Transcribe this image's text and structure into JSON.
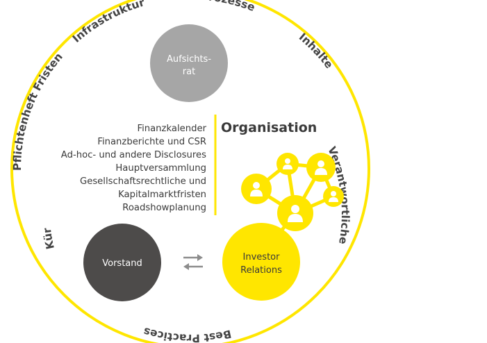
{
  "ring_labels": {
    "infrastruktur": "Infrastruktur",
    "prozesse": "Prozesse",
    "inhalte": "Inhalte",
    "verantwortliche": "Verantwortliche",
    "best_practices": "Best Practices",
    "kuer": "Kür",
    "pflichtenheft": "Pflichtenheft",
    "fristen": "Fristen"
  },
  "nodes": {
    "aufsichtsrat": {
      "line1": "Aufsichts-",
      "line2": "rat",
      "color": "#a6a6a6"
    },
    "vorstand": {
      "label": "Vorstand",
      "color": "#4d4b4a"
    },
    "investor_relations": {
      "line1": "Investor",
      "line2": "Relations",
      "color": "#ffe600"
    }
  },
  "organisation": {
    "heading": "Organisation",
    "items": [
      "Finanzkalender",
      "Finanzberichte und CSR",
      "Ad-hoc- und andere Disclosures",
      "Hauptversammlung",
      "Gesellschaftsrechtliche und",
      "Kapitalmarktfristen",
      "Roadshowplanung"
    ]
  },
  "colors": {
    "accent": "#ffe600",
    "dark": "#4d4b4a",
    "grey": "#a6a6a6",
    "text": "#444444",
    "arrow": "#8c8c8c"
  },
  "icons": {
    "network": "people-network-icon",
    "exchange": "exchange-arrows-icon"
  }
}
